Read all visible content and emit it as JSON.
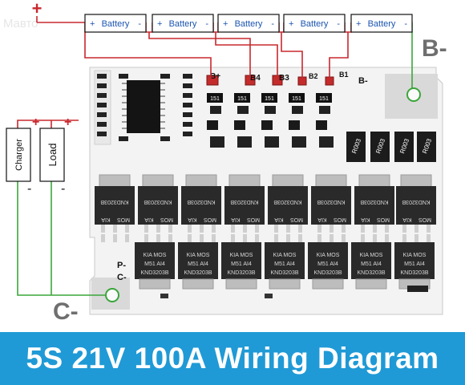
{
  "watermark": "Mавто",
  "batteries": [
    {
      "plus": "+",
      "label": "Battery",
      "minus": "-"
    },
    {
      "plus": "+",
      "label": "Battery",
      "minus": "-"
    },
    {
      "plus": "+",
      "label": "Battery",
      "minus": "-"
    },
    {
      "plus": "+",
      "label": "Battery",
      "minus": "-"
    },
    {
      "plus": "+",
      "label": "Battery",
      "minus": "-"
    }
  ],
  "top_plus": "+",
  "charger": {
    "label": "Charger",
    "plus": "+",
    "minus": "-"
  },
  "load": {
    "label": "Load",
    "plus": "+",
    "minus": "-"
  },
  "terminals": {
    "b_minus_big": "B-",
    "c_minus_big": "C-",
    "b_minus_pcb": "B-",
    "b_plus": "B+",
    "b4": "B4",
    "b3": "B3",
    "b2": "B2",
    "b1": "B1",
    "p_minus": "P-",
    "c_minus": "C-"
  },
  "pcb_texts": {
    "resistor_code": "151",
    "shunt_code": "R003",
    "mosfet_top_code": "KND3203B",
    "mosfet_top_brand": "KIA",
    "mosfet_top_mos": "MOS",
    "mosfet_bottom_line1": "KIA  MOS",
    "mosfet_bottom_line2": "M51  AI4",
    "mosfet_bottom_line3": "KND3203B"
  },
  "banner": {
    "title": "5S 21V 100A Wiring Diagram"
  },
  "colors": {
    "wire_red": "#c8282e",
    "wire_green": "#3aa63a",
    "banner_blue": "#1f9ad6",
    "battery_text": "#1b55b0"
  }
}
